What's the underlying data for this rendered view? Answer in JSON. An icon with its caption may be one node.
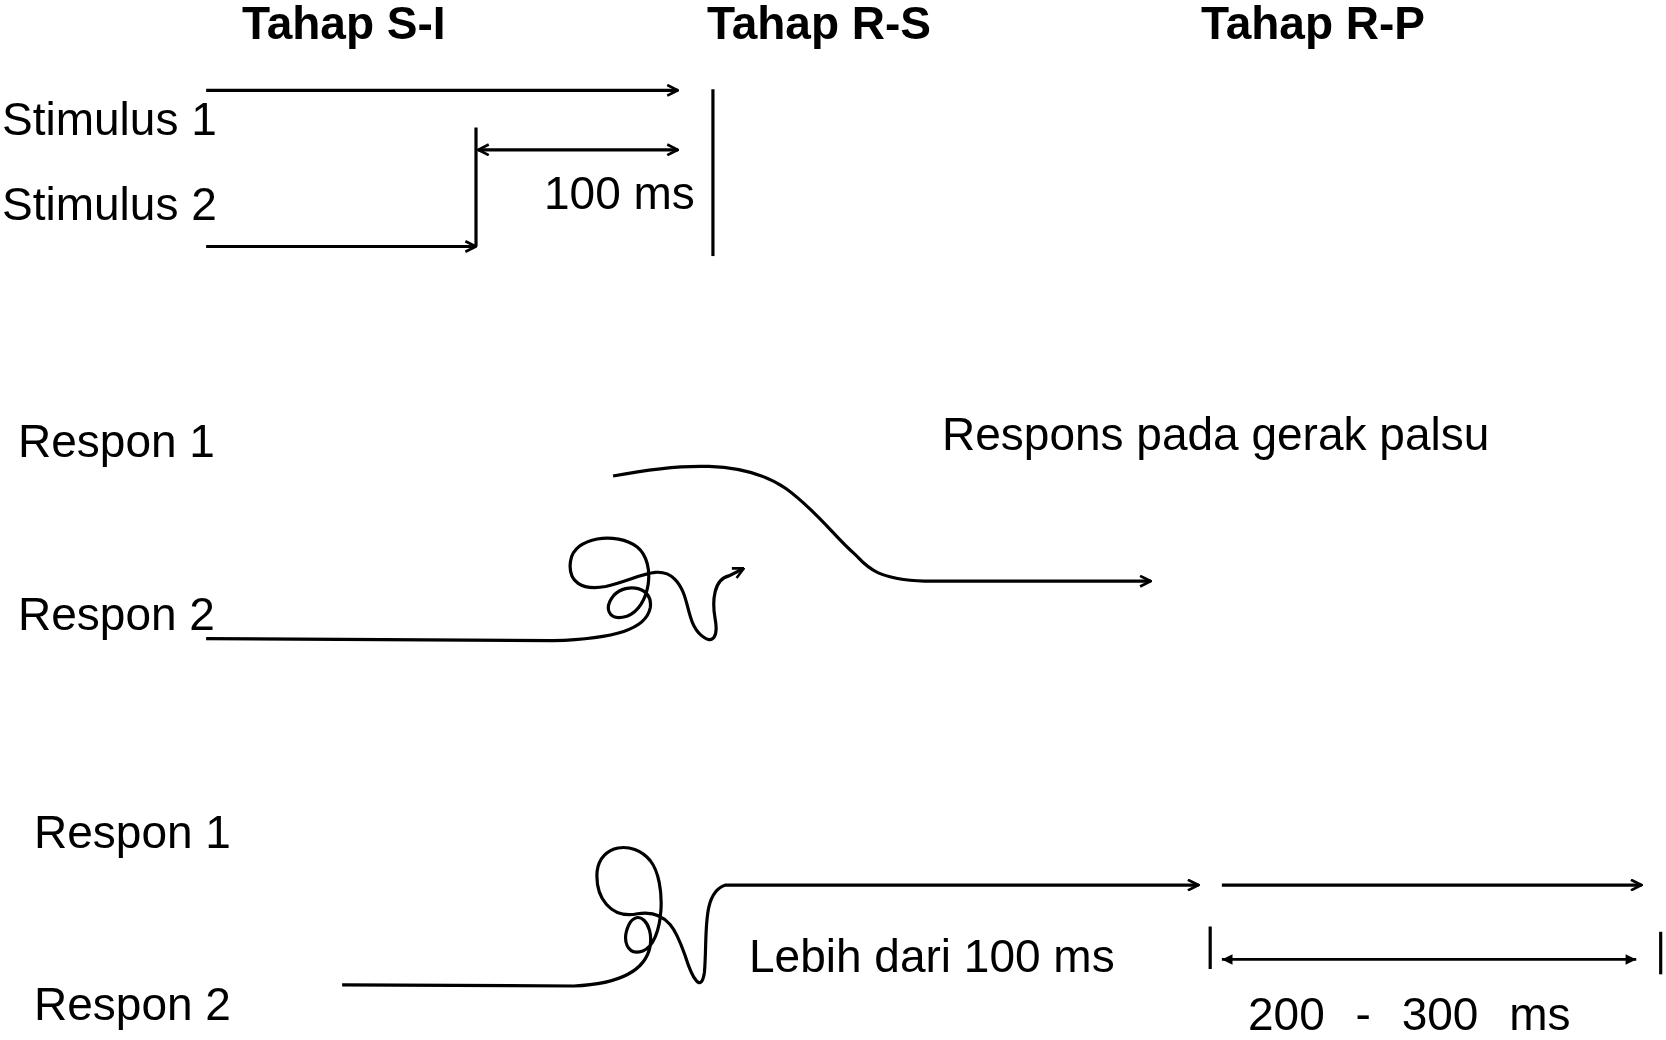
{
  "diagram": {
    "labels": [
      "Tahap S-I",
      "Tahap R-S",
      "Tahap R-P",
      "Stimulus 1",
      "Stimulus 2",
      "100 ms",
      "Respon 1",
      "Respons pada gerak palsu",
      "Respon 2",
      "Respon 1",
      "Lebih dari 100 ms",
      "Respon 2",
      "200 - 300 ms"
    ]
  }
}
